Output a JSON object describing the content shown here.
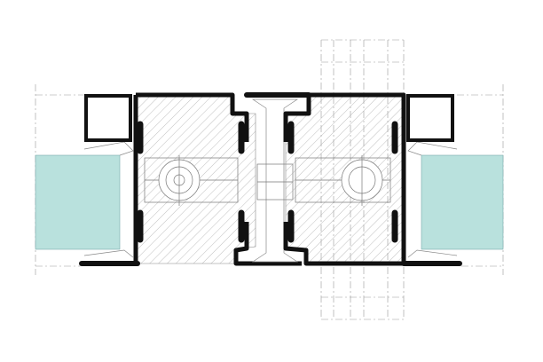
{
  "drawing": {
    "type": "window-frame-section",
    "colors": {
      "glass": "#b9e1dd",
      "profile": "#111111",
      "hatch": "#9a9a9a",
      "thin_line": "#8a8a8a",
      "background": "#ffffff"
    },
    "icons": [
      "left-glass-pane",
      "right-glass-pane",
      "center-mullion",
      "left-sash-profile",
      "right-sash-profile"
    ]
  }
}
